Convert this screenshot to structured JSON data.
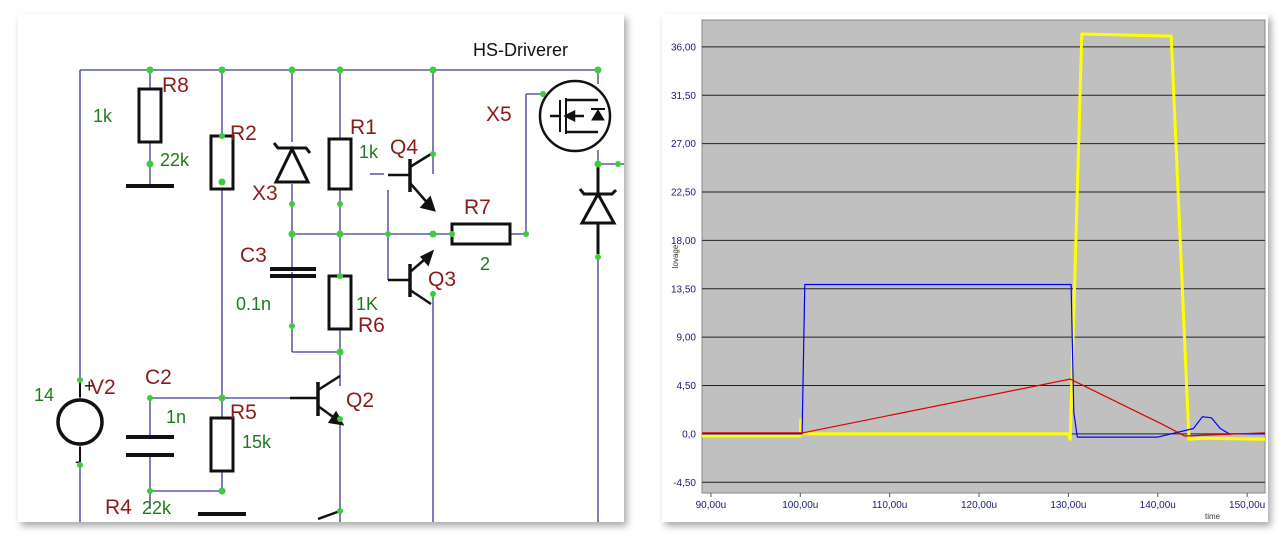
{
  "schematic": {
    "title": "HS-Driverer",
    "components": [
      {
        "ref": "R8",
        "value": "1k"
      },
      {
        "ref": "R2",
        "value": "22k"
      },
      {
        "ref": "X3",
        "value": ""
      },
      {
        "ref": "R1",
        "value": "1k"
      },
      {
        "ref": "Q4",
        "value": ""
      },
      {
        "ref": "X5",
        "value": ""
      },
      {
        "ref": "R7",
        "value": "2"
      },
      {
        "ref": "Q3",
        "value": ""
      },
      {
        "ref": "C3",
        "value": "0.1n"
      },
      {
        "ref": "R6",
        "value": "1K"
      },
      {
        "ref": "V2",
        "value": "14"
      },
      {
        "ref": "C2",
        "value": "1n"
      },
      {
        "ref": "R5",
        "value": "15k"
      },
      {
        "ref": "Q2",
        "value": ""
      },
      {
        "ref": "R4",
        "value": "22k"
      }
    ]
  },
  "chart_data": {
    "type": "line",
    "title": "",
    "xlabel": "time",
    "ylabel": "lovage",
    "xlim": [
      89,
      152
    ],
    "ylim": [
      -5.5,
      38.5
    ],
    "x_ticks": [
      "90,00u",
      "100,00u",
      "110,00u",
      "120,00u",
      "130,00u",
      "140,00u",
      "150,00u"
    ],
    "x_tick_values": [
      90,
      100,
      110,
      120,
      130,
      140,
      150
    ],
    "y_ticks": [
      "36,00",
      "31,50",
      "27,00",
      "22,50",
      "18,00",
      "13,50",
      "9,00",
      "4,50",
      "0,0",
      "-4,50"
    ],
    "y_tick_values": [
      36,
      31.5,
      27,
      22.5,
      18,
      13.5,
      9,
      4.5,
      0,
      -4.5
    ],
    "grid": true,
    "background": "#c0c0c0",
    "series": [
      {
        "color": "#ffff00",
        "x": [
          89,
          100,
          100.05,
          100.1,
          130,
          130.2,
          131.5,
          141.5,
          143.5,
          145,
          152
        ],
        "y": [
          -0.2,
          -0.2,
          1.3,
          0,
          0,
          -0.5,
          37.2,
          37,
          -0.5,
          -0.4,
          -0.5
        ]
      },
      {
        "color": "#0000ff",
        "x": [
          89,
          100.2,
          100.5,
          130.3,
          130.6,
          131,
          140,
          144,
          145,
          146,
          147,
          148,
          152
        ],
        "y": [
          0,
          0,
          13.9,
          13.9,
          2,
          -0.3,
          -0.3,
          0.5,
          1.6,
          1.5,
          0.5,
          0,
          0
        ]
      },
      {
        "color": "#dd0000",
        "x": [
          89,
          100.3,
          130.2,
          140.5,
          143,
          152
        ],
        "y": [
          0.1,
          0.1,
          5.1,
          0.9,
          -0.2,
          0.1
        ]
      }
    ]
  }
}
